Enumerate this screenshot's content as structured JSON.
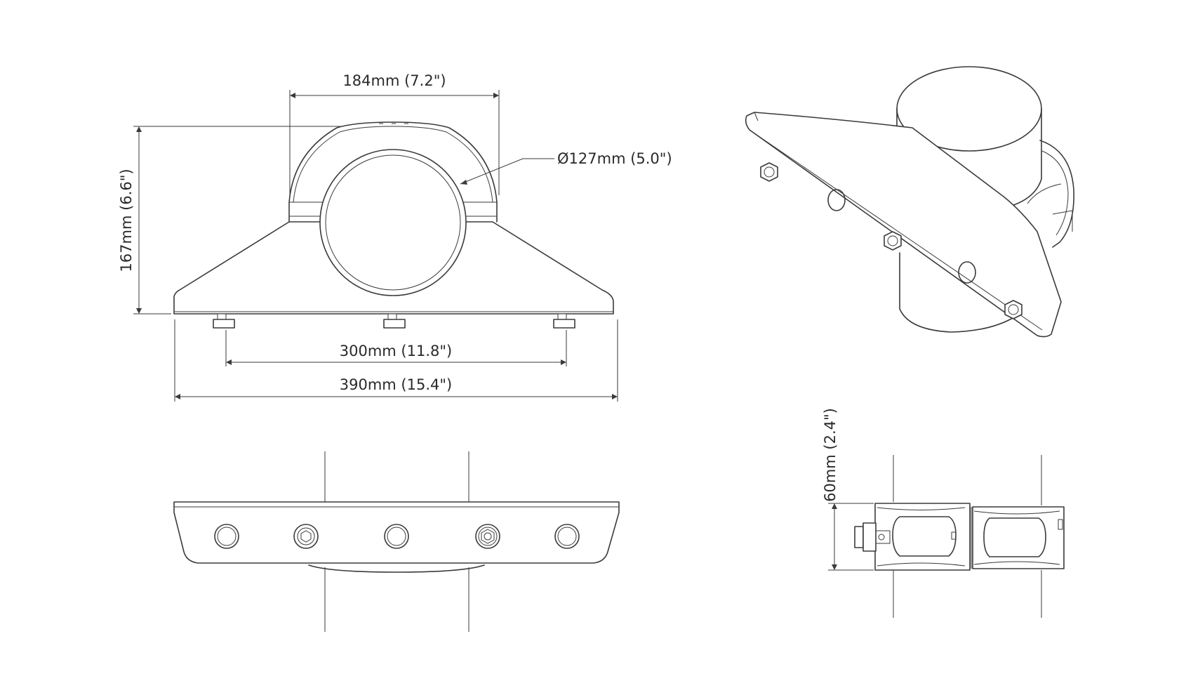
{
  "dimensions": {
    "clamp_width": "184mm (7.2\")",
    "pipe_diameter": "Ø127mm (5.0\")",
    "total_height": "167mm (6.6\")",
    "bolt_spacing": "300mm (11.8\")",
    "base_width": "390mm (15.4\")",
    "plate_depth": "60mm (2.4\")"
  },
  "colors": {
    "line": "#3a3a3a",
    "background": "#ffffff"
  }
}
